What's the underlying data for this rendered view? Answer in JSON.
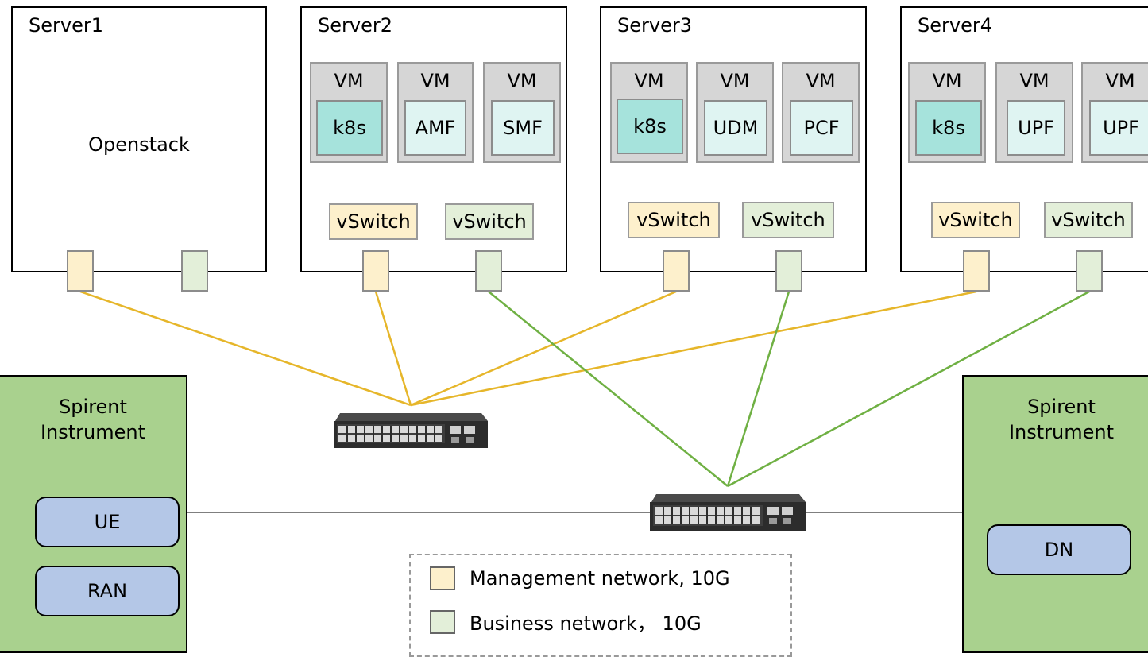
{
  "colors": {
    "management": "#e6b62a",
    "business": "#6fb043",
    "link": "#7f7f7f",
    "spirent_fill": "#a9d18e",
    "endpoint_fill": "#b4c7e7"
  },
  "servers": [
    {
      "title": "Server1",
      "label": "Openstack"
    },
    {
      "title": "Server2",
      "vms": [
        {
          "label": "VM",
          "inner": "k8s"
        },
        {
          "label": "VM",
          "inner": "AMF"
        },
        {
          "label": "VM",
          "inner": "SMF"
        }
      ]
    },
    {
      "title": "Server3",
      "vms": [
        {
          "label": "VM",
          "inner": "k8s"
        },
        {
          "label": "VM",
          "inner": "UDM"
        },
        {
          "label": "VM",
          "inner": "PCF"
        }
      ]
    },
    {
      "title": "Server4",
      "vms": [
        {
          "label": "VM",
          "inner": "k8s"
        },
        {
          "label": "VM",
          "inner": "UPF"
        },
        {
          "label": "VM",
          "inner": "UPF"
        }
      ]
    }
  ],
  "vswitch_label": "vSwitch",
  "spirent_left": {
    "title_line1": "Spirent",
    "title_line2": "Instrument",
    "endpoints": [
      "UE",
      "RAN"
    ]
  },
  "spirent_right": {
    "title_line1": "Spirent",
    "title_line2": "Instrument",
    "endpoints": [
      "DN"
    ]
  },
  "legend": {
    "management": "Management network, 10G",
    "business": "Business network， 10G"
  },
  "icons": [
    "network-switch-icon"
  ]
}
